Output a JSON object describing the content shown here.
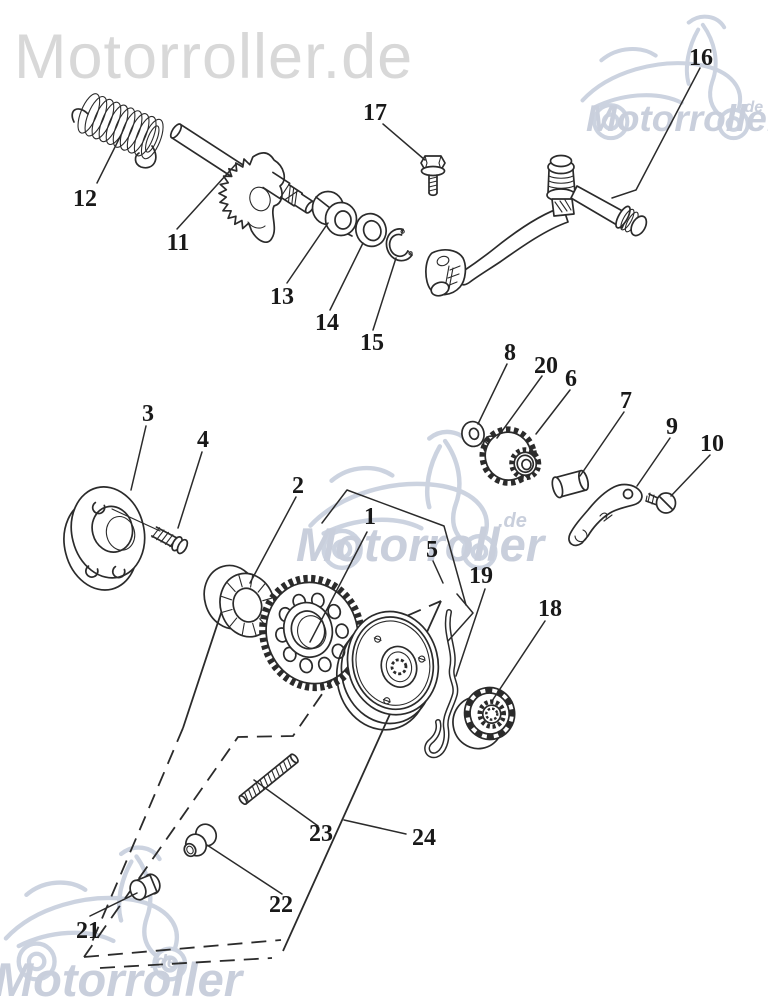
{
  "branding": {
    "logo_text": "Motorroller.de",
    "watermark_name": "Motorroller",
    "watermark_tld": ".de",
    "logo_color": "#d8d8d8",
    "watermark_color": "#c9cfdc"
  },
  "diagram": {
    "ink_color": "#2b2b2b",
    "background_color": "#ffffff",
    "labels": {
      "p1": "1",
      "p2": "2",
      "p3": "3",
      "p4": "4",
      "p5": "5",
      "p6": "6",
      "p7": "7",
      "p8": "8",
      "p9": "9",
      "p10": "10",
      "p11": "11",
      "p12": "12",
      "p13": "13",
      "p14": "14",
      "p15": "15",
      "p16": "16",
      "p17": "17",
      "p18": "18",
      "p19": "19",
      "p20": "20",
      "p21": "21",
      "p22": "22",
      "p23": "23",
      "p24": "24"
    }
  }
}
